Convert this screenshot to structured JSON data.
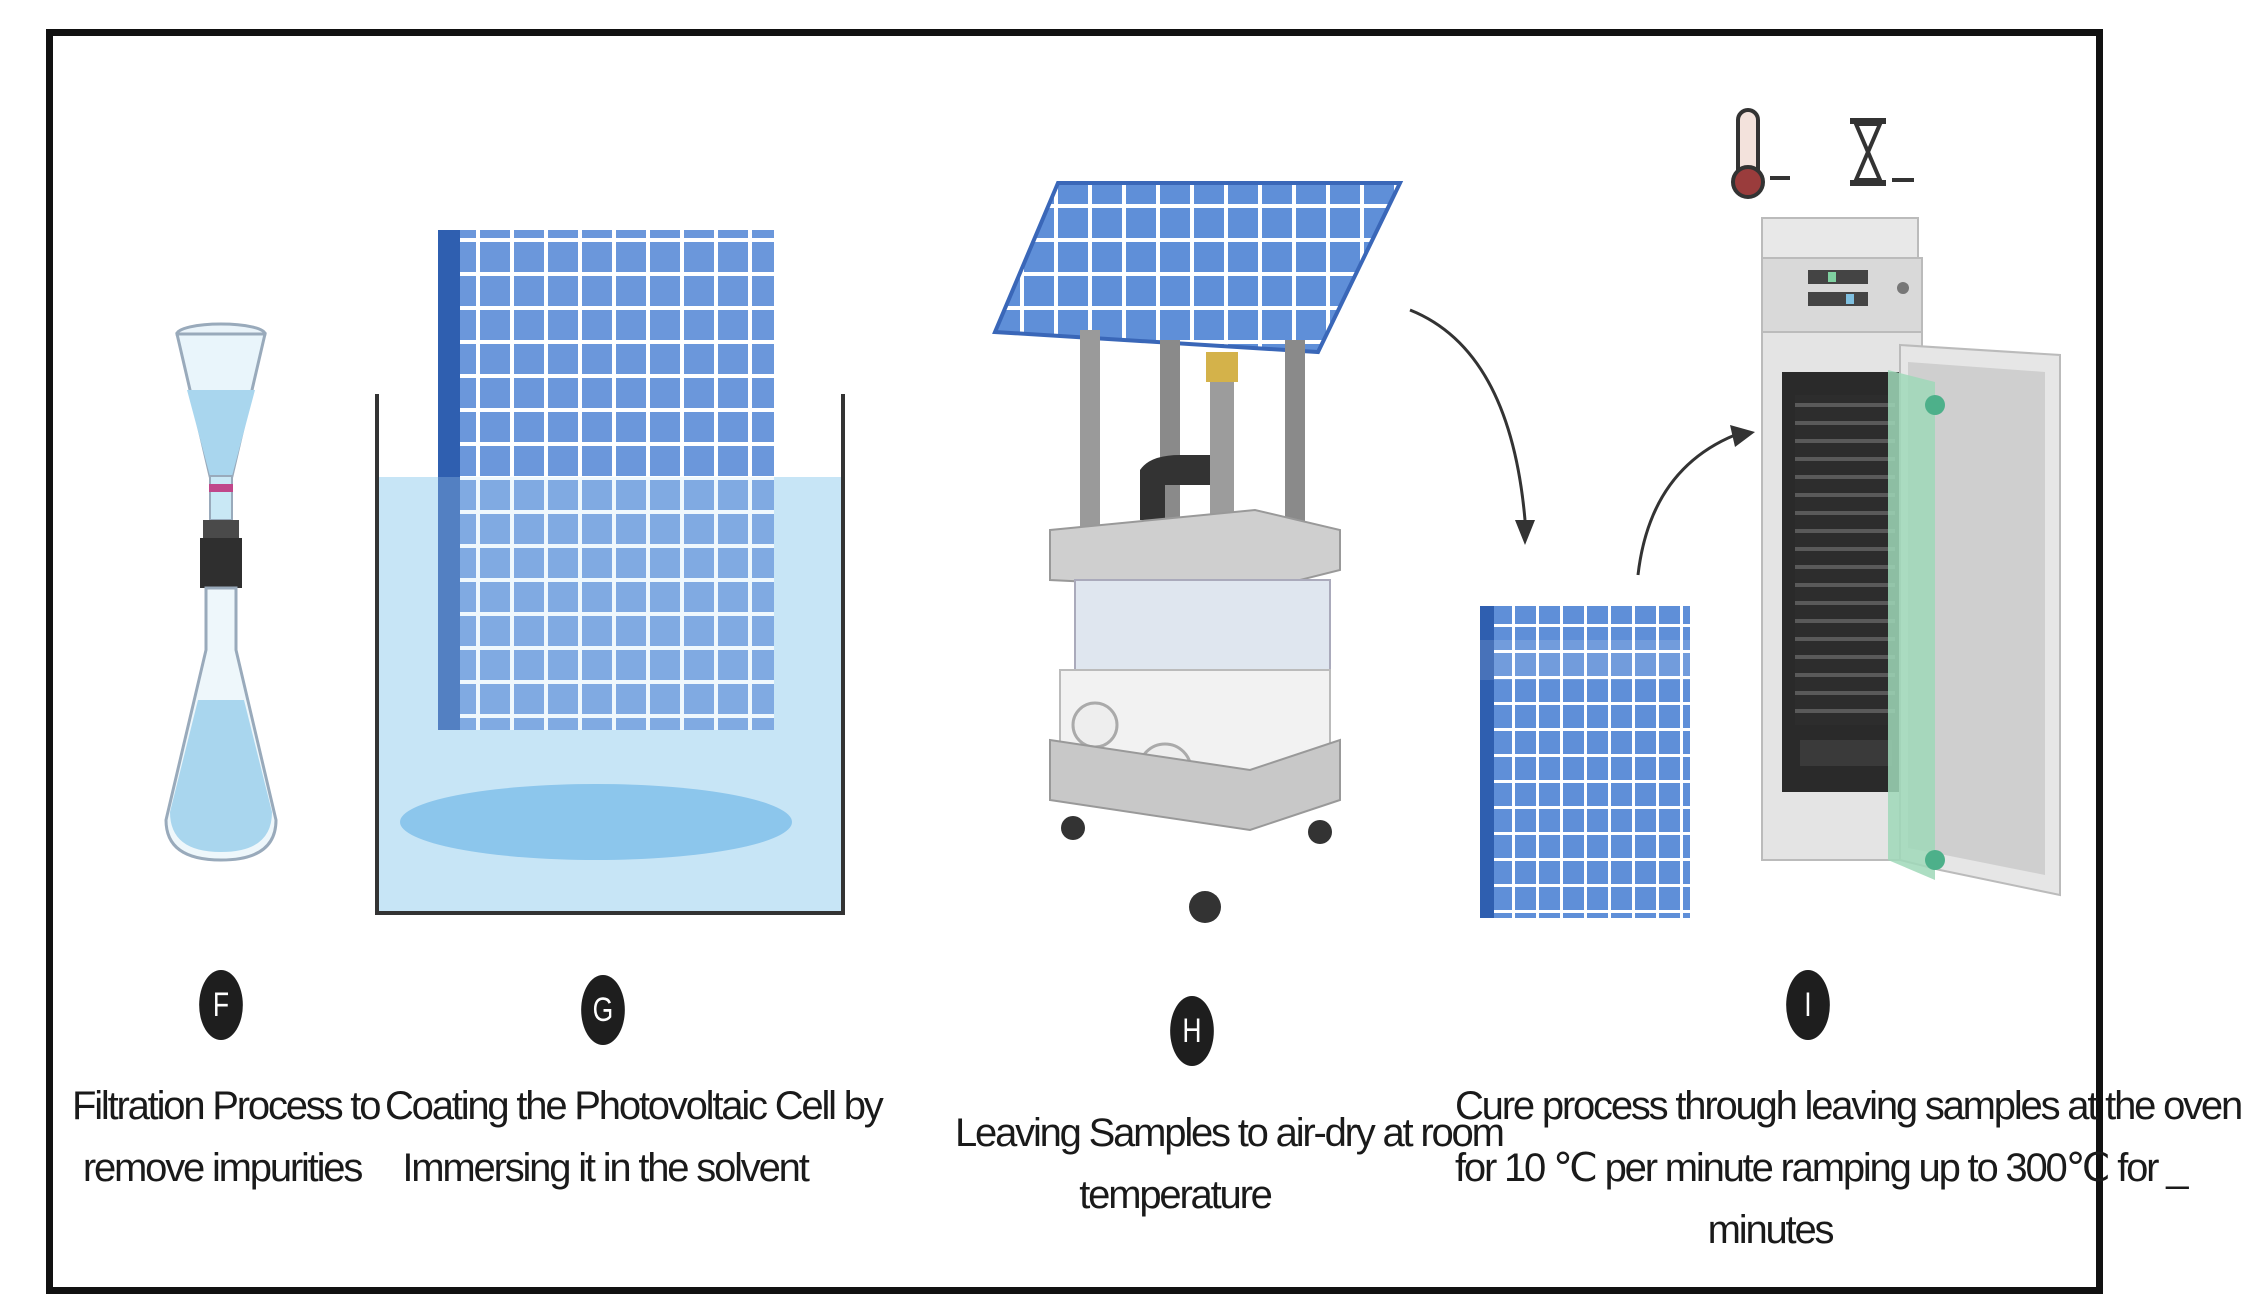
{
  "steps": [
    {
      "label": "F",
      "caption": [
        "Filtration Process to",
        "remove impurities"
      ]
    },
    {
      "label": "G",
      "caption": [
        "Coating the Photovoltaic Cell by",
        "Immersing it in the solvent"
      ]
    },
    {
      "label": "H",
      "caption": [
        "Leaving Samples to air-dry at room",
        "temperature"
      ]
    },
    {
      "label": "I",
      "caption": [
        "Cure process through leaving samples at the oven",
        "for 10 ℃ per minute ramping up to 300℃  for _",
        "minutes"
      ]
    }
  ],
  "icons": {
    "thermometer": "thermometer-icon",
    "timer": "hourglass-icon"
  },
  "colors": {
    "panel_blue": "#3f6fc6",
    "panel_light": "#8fb3e8",
    "liquid": "#bfe0f2",
    "oven": "#e6e6e6",
    "door_glass": "#9fd8b8"
  }
}
